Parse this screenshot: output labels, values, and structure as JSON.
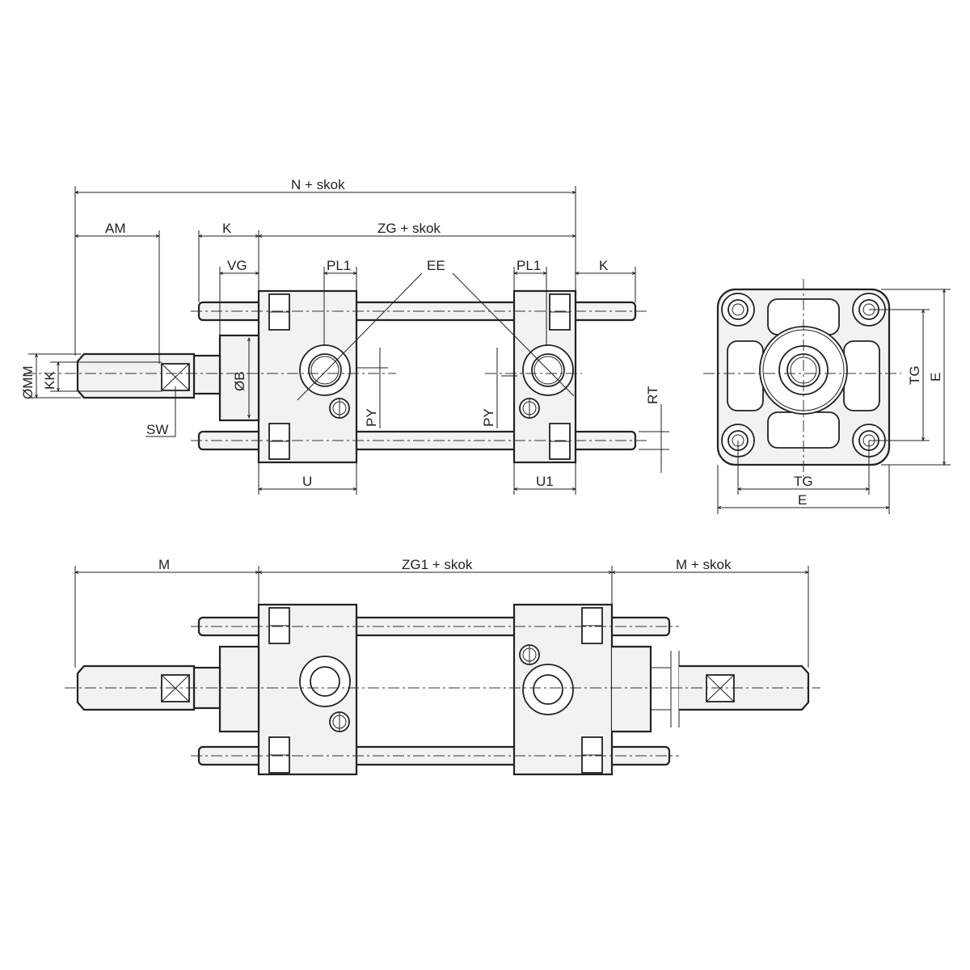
{
  "drawing": {
    "top_view": {
      "dims": {
        "n_skok": "N + skok",
        "am": "AM",
        "k_left": "K",
        "zg_skok": "ZG + skok",
        "vg": "VG",
        "pl1_left": "PL1",
        "ee": "EE",
        "pl1_right": "PL1",
        "k_right": "K",
        "mm": "ØMM",
        "kk": "KK",
        "b": "ØB",
        "sw": "SW",
        "py_left": "PY",
        "py_right": "PY",
        "rt": "RT",
        "u": "U",
        "u1": "U1"
      }
    },
    "end_view": {
      "dims": {
        "tg_h": "TG",
        "e_h": "E",
        "tg_v": "TG",
        "e_v": "E"
      }
    },
    "bottom_view": {
      "dims": {
        "m": "M",
        "zg1_skok": "ZG1 + skok",
        "m_skok": "M + skok"
      }
    }
  }
}
